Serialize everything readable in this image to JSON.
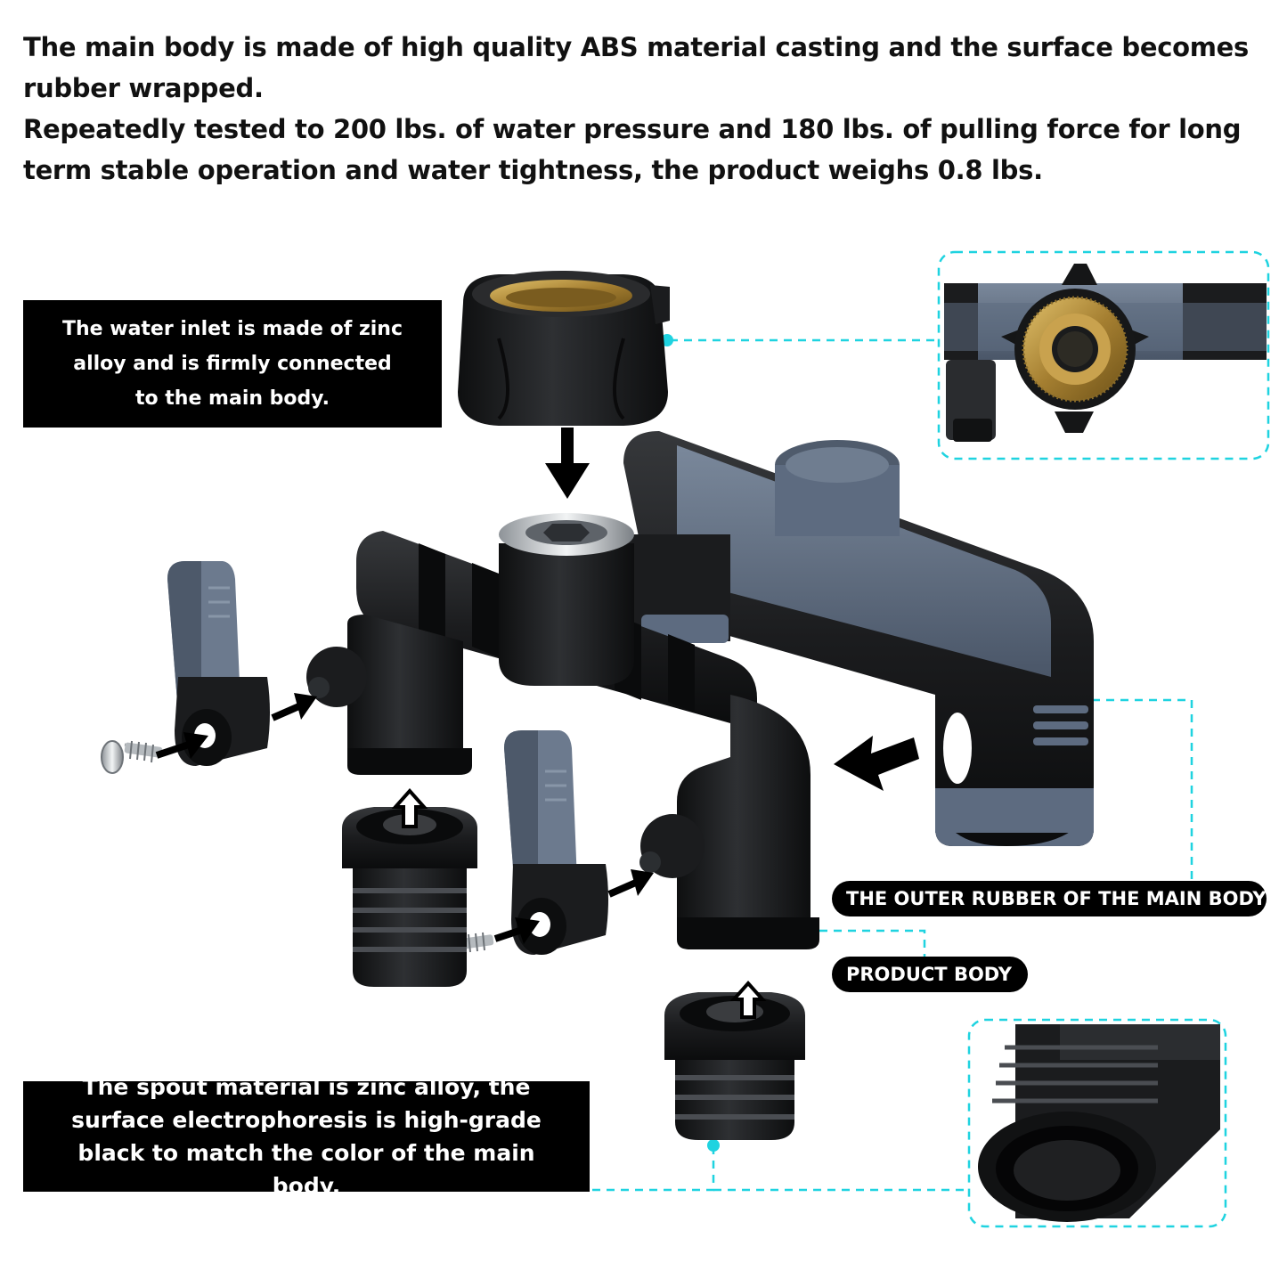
{
  "intro": {
    "line1": "The main body is made of high quality ABS material casting and the surface becomes rubber wrapped.",
    "line2": "Repeatedly tested to 200 lbs. of water pressure and 180 lbs. of pulling force for long term stable operation and water tightness, the product weighs 0.8 lbs."
  },
  "callouts": {
    "inlet": "The water inlet is made of zinc alloy and is firmly connected to the main body.",
    "spout": "The spout material is zinc alloy, the surface electrophoresis is high-grade black to match the color of the main body.",
    "outer_rubber": "THE OUTER RUBBER OF THE MAIN BODY",
    "product_body": "PRODUCT BODY"
  },
  "colors": {
    "accent_cyan": "#1fd3e0",
    "body_black": "#1b1c1e",
    "rubber_blue_gray": "#5d6b80",
    "brass": "#b8923e",
    "chrome": "#c8ccd0"
  },
  "icons": [
    "down-arrow-icon",
    "left-arrow-icon",
    "right-arrow-icon",
    "up-arrow-icon",
    "screw-icon"
  ]
}
